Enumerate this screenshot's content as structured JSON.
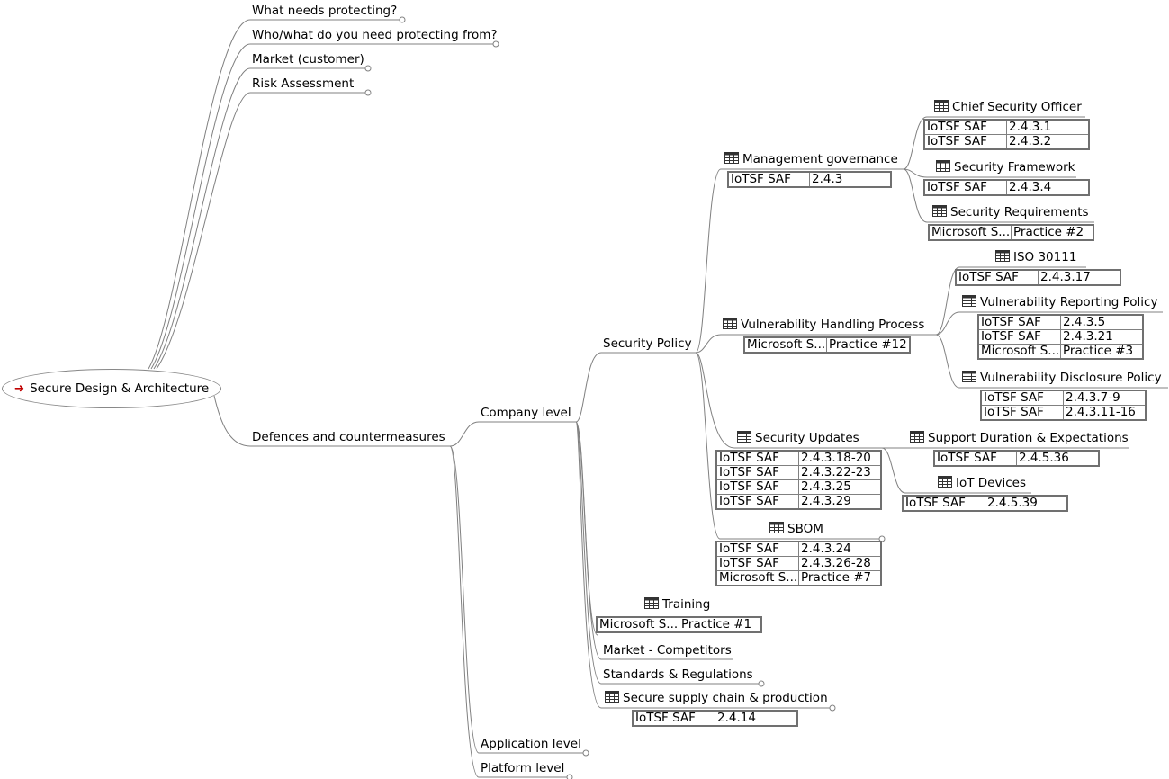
{
  "root": {
    "label": "Secure Design & Architecture"
  },
  "topics": {
    "what_needs_protecting": "What needs protecting?",
    "who_what": "Who/what do you need protecting from?",
    "market_customer": "Market (customer)",
    "risk_assessment": "Risk Assessment",
    "defences": "Defences and countermeasures",
    "company_level": "Company level",
    "application_level": "Application level",
    "platform_level": "Platform level",
    "security_policy": "Security Policy",
    "management_governance": "Management governance",
    "chief_security_officer": "Chief Security Officer",
    "security_framework": "Security Framework",
    "security_requirements": "Security Requirements",
    "vulnerability_handling": "Vulnerability Handling Process",
    "iso_30111": "ISO 30111",
    "vuln_reporting_policy": "Vulnerability Reporting Policy",
    "vuln_disclosure_policy": "Vulnerability Disclosure Policy",
    "security_updates": "Security Updates",
    "support_duration": "Support Duration & Expectations",
    "iot_devices": "IoT Devices",
    "sbom": "SBOM",
    "training": "Training",
    "market_competitors": "Market - Competitors",
    "standards_regulations": "Standards & Regulations",
    "supply_chain": "Secure supply chain & production"
  },
  "tables": {
    "chief_security_officer": [
      [
        "IoTSF SAF",
        "2.4.3.1"
      ],
      [
        "IoTSF SAF",
        "2.4.3.2"
      ]
    ],
    "management_governance": [
      [
        "IoTSF SAF",
        "2.4.3"
      ]
    ],
    "security_framework": [
      [
        "IoTSF SAF",
        "2.4.3.4"
      ]
    ],
    "security_requirements": [
      [
        "Microsoft S...",
        "Practice #2"
      ]
    ],
    "iso_30111": [
      [
        "IoTSF SAF",
        "2.4.3.17"
      ]
    ],
    "vuln_reporting_policy": [
      [
        "IoTSF SAF",
        "2.4.3.5"
      ],
      [
        "IoTSF SAF",
        "2.4.3.21"
      ],
      [
        "Microsoft S...",
        "Practice #3"
      ]
    ],
    "vulnerability_handling": [
      [
        "Microsoft S...",
        "Practice #12"
      ]
    ],
    "vuln_disclosure_policy": [
      [
        "IoTSF SAF",
        "2.4.3.7-9"
      ],
      [
        "IoTSF SAF",
        "2.4.3.11-16"
      ]
    ],
    "security_updates": [
      [
        "IoTSF SAF",
        "2.4.3.18-20"
      ],
      [
        "IoTSF SAF",
        "2.4.3.22-23"
      ],
      [
        "IoTSF SAF",
        "2.4.3.25"
      ],
      [
        "IoTSF SAF",
        "2.4.3.29"
      ]
    ],
    "support_duration": [
      [
        "IoTSF SAF",
        "2.4.5.36"
      ]
    ],
    "iot_devices": [
      [
        "IoTSF SAF",
        "2.4.5.39"
      ]
    ],
    "sbom": [
      [
        "IoTSF SAF",
        "2.4.3.24"
      ],
      [
        "IoTSF SAF",
        "2.4.3.26-28"
      ],
      [
        "Microsoft S...",
        "Practice #7"
      ]
    ],
    "training": [
      [
        "Microsoft S...",
        "Practice #1"
      ]
    ],
    "supply_chain": [
      [
        "IoTSF SAF",
        "2.4.14"
      ]
    ]
  },
  "colors": {
    "line": "#808080",
    "arrow": "#c00000"
  },
  "icons": {
    "root": "red-arrow-icon",
    "note": "table-icon"
  }
}
